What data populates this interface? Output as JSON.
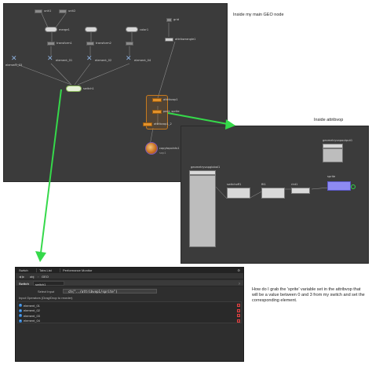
{
  "captions": {
    "geo": "Inside my main GEO node",
    "vop": "Inside attribvop",
    "question": "How do I grab the 'sprite' variable set in the attribvop that will be a value between 0 and 3 from my switch and set the corresponding element."
  },
  "network": {
    "top_nodes": [
      "unit1",
      "unit2",
      "grid"
    ],
    "merge_label": "merge1",
    "transform_labels": [
      "transform1",
      "transform2",
      "color1"
    ],
    "unpack_label": "attribwrangle1",
    "elements": [
      "element_03",
      "element_01",
      "element_02",
      "element_04"
    ],
    "switch_label": "switch1",
    "vop_labels": [
      "attribvop1",
      "pack_sprite",
      "attribvop1_2"
    ],
    "copy_label": "copytopoints1",
    "small_labels": [
      "pack1",
      "sop1"
    ]
  },
  "vop": {
    "geo_node": "geometryvopglobal1",
    "geo_out": "geometryvopoutput1",
    "mid_nodes": [
      "switchoff1",
      "fit1",
      "rint1"
    ],
    "bind_node": "sprite",
    "bind_sub": "sprite"
  },
  "param": {
    "tabs": [
      "Switch",
      "Tabs List",
      "Performance Monitor"
    ],
    "path": [
      "obj",
      "GEO"
    ],
    "op_type": "Switch",
    "op_name": "switch1",
    "select_label": "Select Input",
    "select_value": "ch(\"../attribvop1/sprite\")",
    "input_header": "Input Operators (Drag/Drop to reorder)",
    "inputs": [
      "element_01",
      "element_02",
      "element_03",
      "element_04"
    ]
  },
  "colors": {
    "arrow": "#35d94a",
    "panel_bg": "#3b3b3b",
    "orange": "#e3922b"
  }
}
